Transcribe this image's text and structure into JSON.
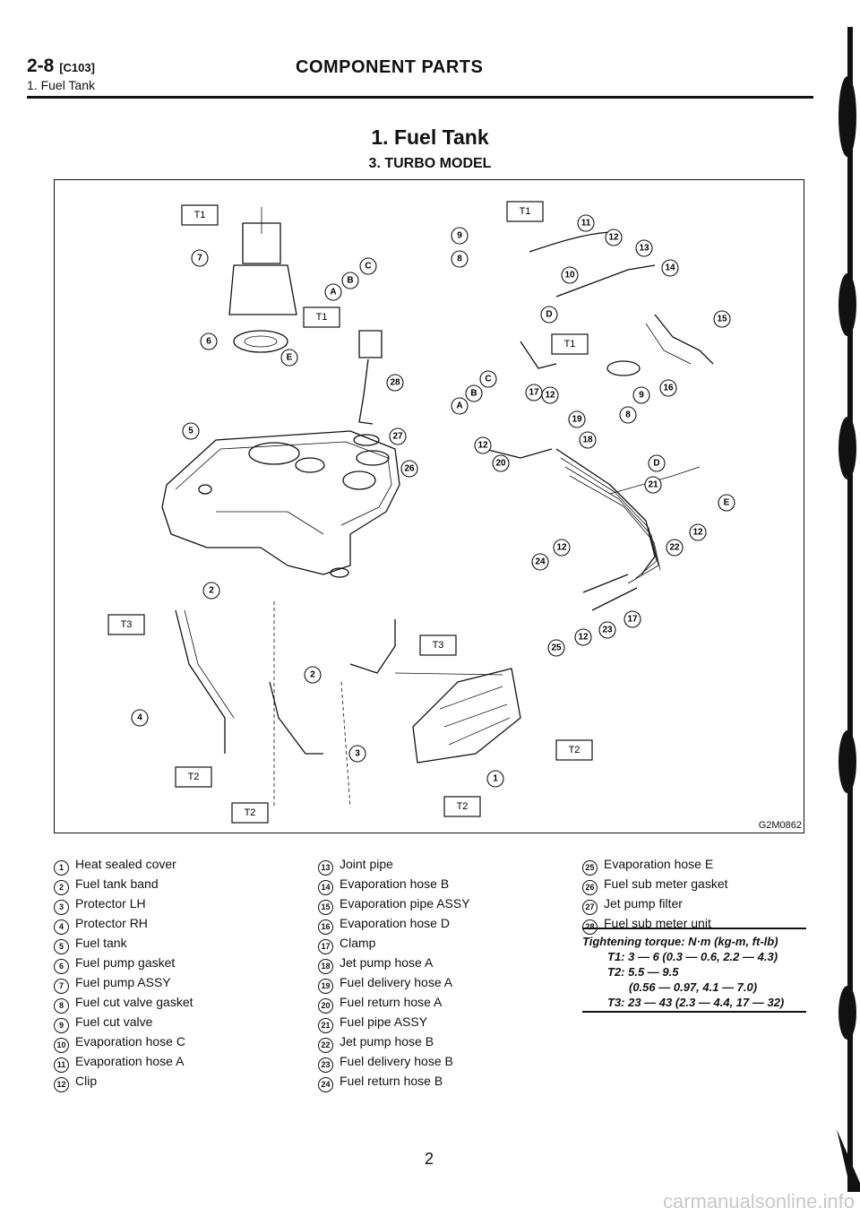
{
  "header": {
    "code": "2-8",
    "code_ref": "[C103]",
    "section": "1. Fuel Tank",
    "title": "COMPONENT PARTS"
  },
  "main_title": "1. Fuel Tank",
  "sub_title": "3. TURBO MODEL",
  "figure_code": "G2M0862",
  "diagram_labels": {
    "torque_boxes": [
      "T1",
      "T1",
      "T1",
      "T1",
      "T3",
      "T3",
      "T2",
      "T2",
      "T2",
      "T2"
    ],
    "connector_letters": [
      "A",
      "B",
      "C",
      "D",
      "E"
    ]
  },
  "legend": [
    {
      "num": "1",
      "label": "Heat sealed cover"
    },
    {
      "num": "2",
      "label": "Fuel tank band"
    },
    {
      "num": "3",
      "label": "Protector LH"
    },
    {
      "num": "4",
      "label": "Protector RH"
    },
    {
      "num": "5",
      "label": "Fuel tank"
    },
    {
      "num": "6",
      "label": "Fuel pump gasket"
    },
    {
      "num": "7",
      "label": "Fuel pump ASSY"
    },
    {
      "num": "8",
      "label": "Fuel cut valve gasket"
    },
    {
      "num": "9",
      "label": "Fuel cut valve"
    },
    {
      "num": "10",
      "label": "Evaporation hose C"
    },
    {
      "num": "11",
      "label": "Evaporation hose A"
    },
    {
      "num": "12",
      "label": "Clip"
    },
    {
      "num": "13",
      "label": "Joint pipe"
    },
    {
      "num": "14",
      "label": "Evaporation hose B"
    },
    {
      "num": "15",
      "label": "Evaporation pipe ASSY"
    },
    {
      "num": "16",
      "label": "Evaporation hose D"
    },
    {
      "num": "17",
      "label": "Clamp"
    },
    {
      "num": "18",
      "label": "Jet pump hose A"
    },
    {
      "num": "19",
      "label": "Fuel delivery hose A"
    },
    {
      "num": "20",
      "label": "Fuel return hose A"
    },
    {
      "num": "21",
      "label": "Fuel pipe ASSY"
    },
    {
      "num": "22",
      "label": "Jet pump hose B"
    },
    {
      "num": "23",
      "label": "Fuel delivery hose B"
    },
    {
      "num": "24",
      "label": "Fuel return hose B"
    },
    {
      "num": "25",
      "label": "Evaporation hose E"
    },
    {
      "num": "26",
      "label": "Fuel sub meter gasket"
    },
    {
      "num": "27",
      "label": "Jet pump filter"
    },
    {
      "num": "28",
      "label": "Fuel sub meter unit"
    }
  ],
  "torque": {
    "heading": "Tightening torque: N·m (kg-m, ft-lb)",
    "t1": "T1: 3 — 6 (0.3 — 0.6, 2.2 — 4.3)",
    "t2a": "T2: 5.5 — 9.5",
    "t2b": "(0.56 — 0.97, 4.1 — 7.0)",
    "t3": "T3: 23 — 43 (2.3 — 4.4, 17 — 32)"
  },
  "page_number": "2",
  "footer": "carmanualsonline.info"
}
